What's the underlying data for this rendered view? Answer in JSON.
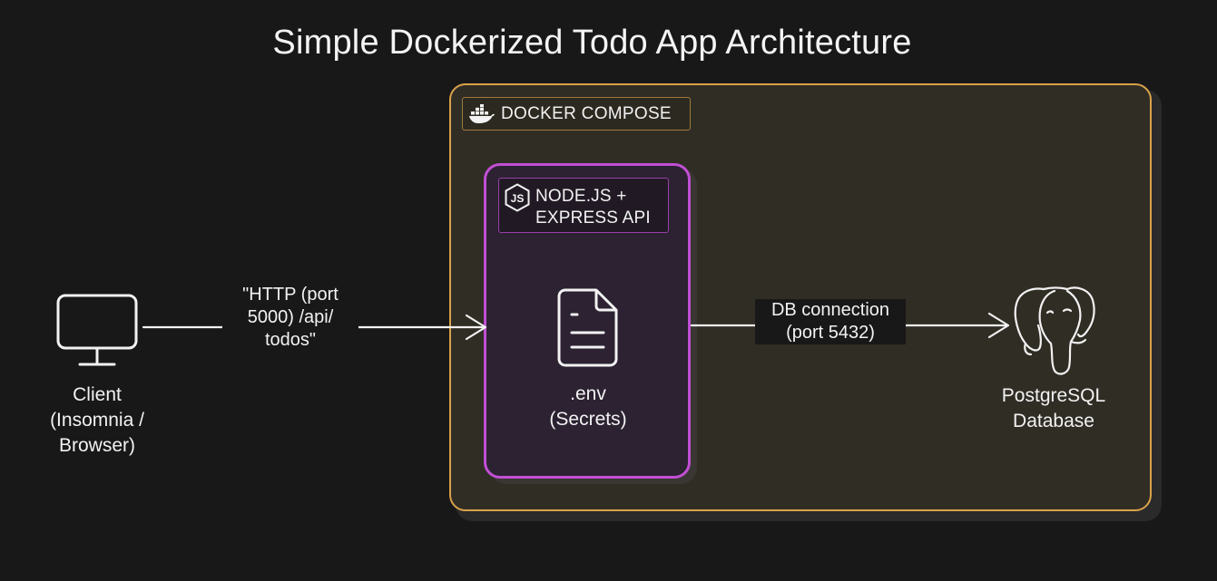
{
  "title": "Simple Dockerized Todo App Architecture",
  "colors": {
    "background": "#181818",
    "compose_border": "#d9a24a",
    "compose_fill": "#302d25",
    "api_border": "#c14fd4",
    "api_fill": "#2c2232",
    "stroke": "#f2f2f2"
  },
  "nodes": {
    "client": {
      "icon": "monitor-icon",
      "label": "Client\n(Insomnia /\nBrowser)"
    },
    "docker_compose": {
      "icon": "docker-whale-icon",
      "label": "DOCKER COMPOSE"
    },
    "api": {
      "icon": "nodejs-icon",
      "label": "NODE.JS +\nEXPRESS API"
    },
    "env": {
      "icon": "file-icon",
      "label": ".env\n(Secrets)"
    },
    "database": {
      "icon": "postgresql-elephant-icon",
      "label": "PostgreSQL\nDatabase"
    }
  },
  "edges": [
    {
      "from": "client",
      "to": "api",
      "label": "\"HTTP (port\n5000) /api/\ntodos\""
    },
    {
      "from": "api",
      "to": "database",
      "label": "DB connection\n(port 5432)"
    }
  ]
}
